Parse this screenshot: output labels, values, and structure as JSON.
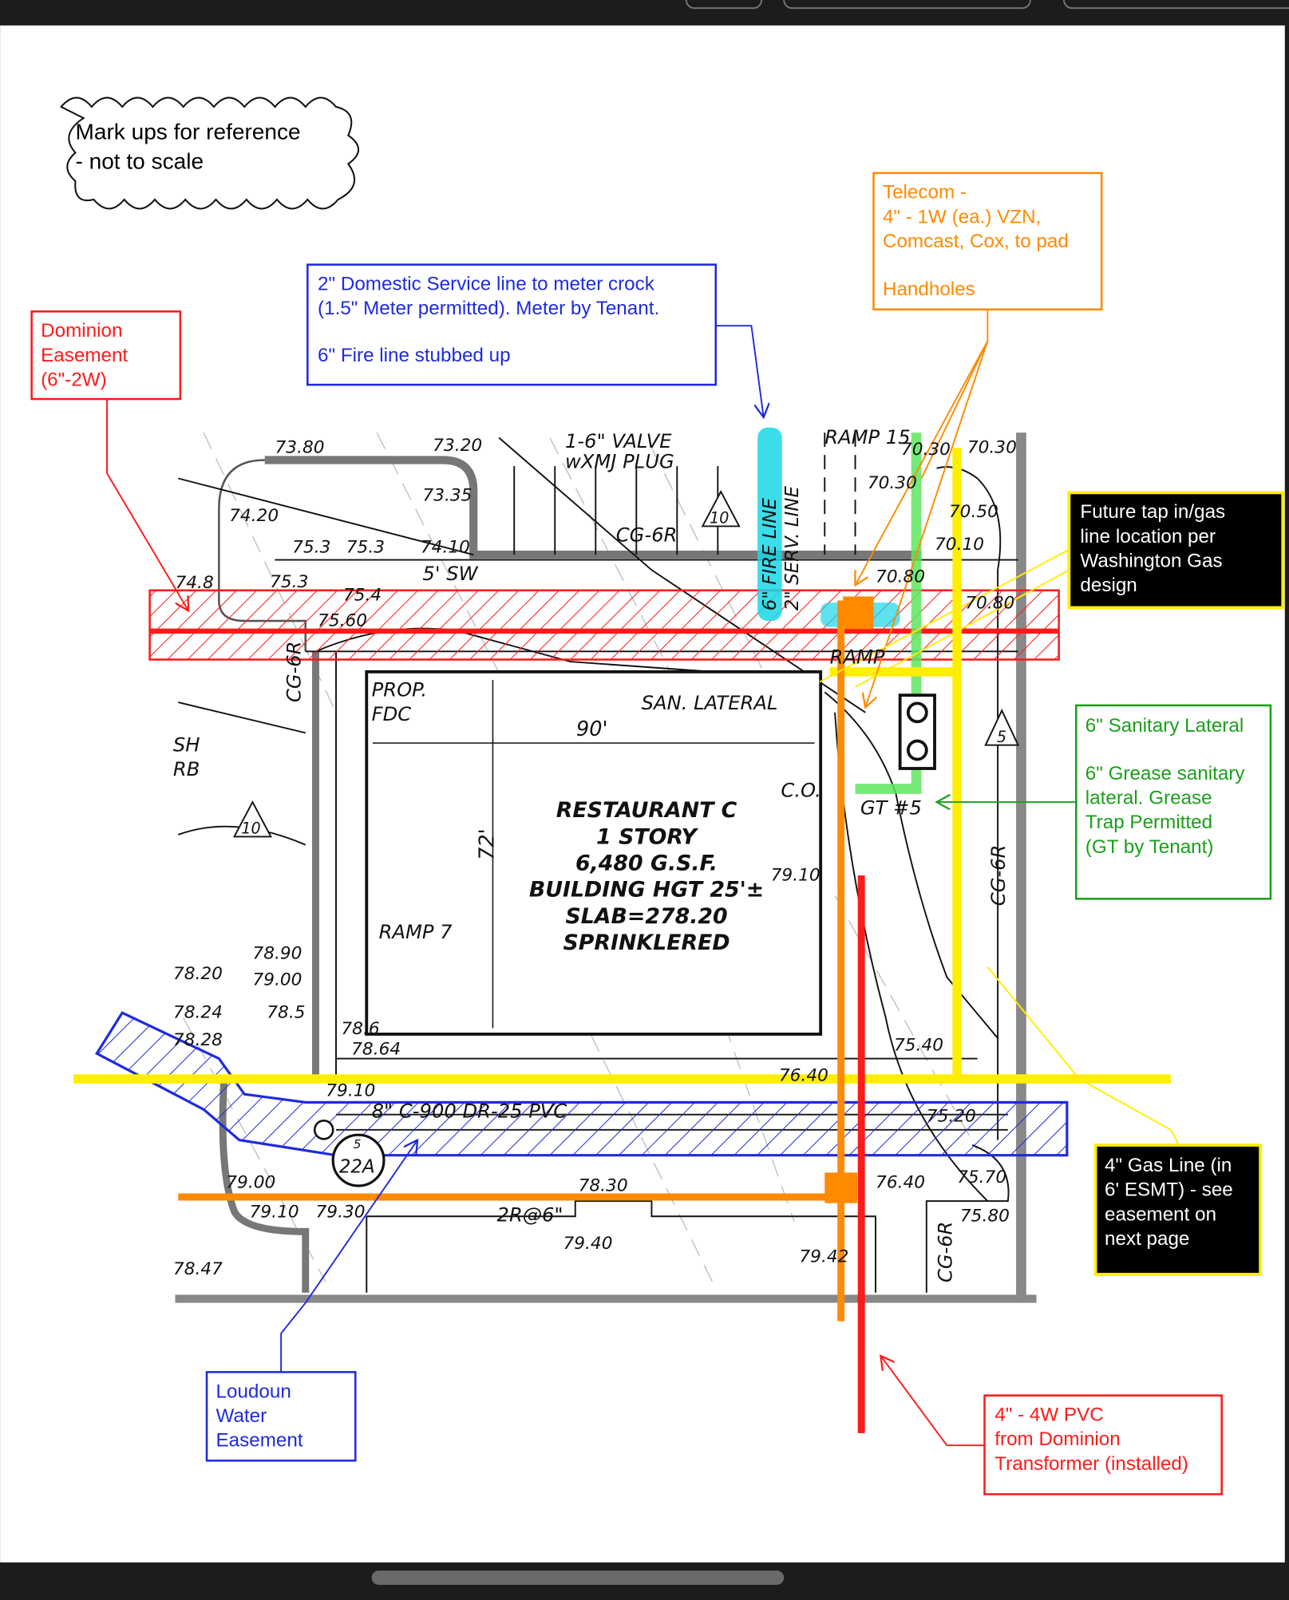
{
  "viewer": {
    "scrollbar": "horizontal-scrollbar"
  },
  "cloud_note": {
    "line1": "Mark ups for reference",
    "line2": "- not to scale"
  },
  "dominion_easement": {
    "line1": "Dominion",
    "line2": "Easement",
    "line3": "(6\"-2W)"
  },
  "domestic_note": {
    "line1": "2\" Domestic Service line to meter crock",
    "line2": "(1.5\" Meter permitted).  Meter by Tenant.",
    "line3": "6\" Fire line stubbed up"
  },
  "telecom_note": {
    "line1": "Telecom -",
    "line2": "4\" - 1W (ea.) VZN,",
    "line3": "Comcast, Cox, to pad",
    "line4": "Handholes"
  },
  "gas_tap_note": {
    "line1": "Future tap in/gas",
    "line2": "line location per",
    "line3": "Washington Gas",
    "line4": "design"
  },
  "sanitary_note": {
    "line1": "6\" Sanitary Lateral",
    "line2": "6\" Grease sanitary",
    "line3": "lateral.  Grease",
    "line4": "Trap Permitted",
    "line5": "(GT by Tenant)"
  },
  "gas_line_note": {
    "line1": "4\" Gas Line (in",
    "line2": "6' ESMT) - see",
    "line3": "easement on",
    "line4": "next page"
  },
  "loudoun_note": {
    "line1": "Loudoun",
    "line2": "Water",
    "line3": "Easement"
  },
  "power_note": {
    "line1": "4\" - 4W PVC",
    "line2": "from Dominion",
    "line3": "Transformer (installed)"
  },
  "building": {
    "line1": "RESTAURANT C",
    "line2": "1 STORY",
    "line3": "6,480 G.S.F.",
    "line4": "BUILDING HGT 25'±",
    "line5": "SLAB=278.20",
    "line6": "SPRINKLERED",
    "width": "90'",
    "depth": "72'"
  },
  "plan_labels": {
    "valve": "1-6\" VALVE",
    "plug": "wXMJ PLUG",
    "cg6r": "CG-6R",
    "sw": "5' SW",
    "fire_line": "6\" FIRE LINE",
    "serv_line": "2\" SERV. LINE",
    "ramp_top": "RAMP 15",
    "prop_fdc": "PROP.",
    "fdc": "FDC",
    "san_lateral": "SAN. LATERAL",
    "co": "C.O.",
    "gt": "GT #5",
    "ramp": "RAMP 7",
    "pvc": "8\" C-900 DR-25 PVC",
    "tag22a": "22A",
    "tag5": "5",
    "ramp_r": "RAMP",
    "tri10a": "10",
    "tri10b": "10",
    "tri5": "5",
    "sh": "SH",
    "rb": "RB",
    "cg6r_right": "CG-6R",
    "cg6r_left": "CG-6R",
    "cg6r_bottom": "CG-6R",
    "two_r": "2R@6\"",
    "e1": "73.80",
    "e2": "73.20",
    "e3": "73.35",
    "e4": "74.20",
    "e5": "75.3",
    "e6": "75.3",
    "e7": "74.10",
    "e8": "75.3",
    "e9": "74.8",
    "e10": "75.4",
    "e11": "78.90",
    "e12": "79.00",
    "e13": "78.20",
    "e14": "78.24",
    "e15": "78.28",
    "e16": "78.5",
    "e17": "78.6",
    "e18": "78.64",
    "e19": "79.10",
    "e20": "79.00",
    "e21": "79.10",
    "e22": "79.30",
    "e23": "78.30",
    "e24": "79.40",
    "e25": "79.42",
    "e26": "78.47",
    "e27": "76.40",
    "e28": "75.40",
    "e29": "76.40",
    "e30": "75.80",
    "e31": "75.70",
    "e32": "70.30",
    "e33": "70.30",
    "e34": "70.30",
    "e35": "70.50",
    "e36": "70.10",
    "e37": "70.80",
    "e38": "70.80",
    "e39": "79.10",
    "e40": "75.20",
    "e41": "75.60"
  },
  "colors": {
    "red": "#ff1a1a",
    "blue": "#1f2bdc",
    "orange": "#ff8a00",
    "green": "#1aa01a",
    "yellow": "#ffee00",
    "cyan": "#19d7e6",
    "gray": "#8a8a8a"
  }
}
